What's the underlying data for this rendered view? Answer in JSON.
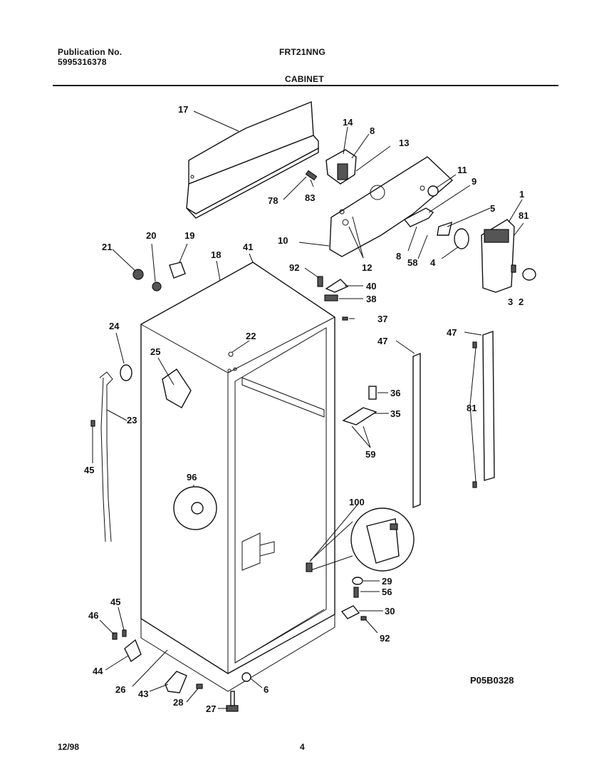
{
  "header": {
    "publication_label": "Publication No.",
    "publication_number": "5995316378",
    "model": "FRT21NNG",
    "section_title": "CABINET"
  },
  "footer": {
    "date": "12/98",
    "page": "4"
  },
  "diagram": {
    "code": "P05B0328",
    "callouts": [
      "17",
      "14",
      "8",
      "13",
      "11",
      "9",
      "1",
      "5",
      "81",
      "78",
      "83",
      "10",
      "12",
      "8",
      "58",
      "4",
      "3",
      "2",
      "21",
      "20",
      "19",
      "18",
      "41",
      "92",
      "40",
      "38",
      "37",
      "24",
      "22",
      "25",
      "23",
      "45",
      "96",
      "47",
      "36",
      "35",
      "59",
      "47",
      "81",
      "100",
      "29",
      "56",
      "30",
      "92",
      "45",
      "46",
      "44",
      "26",
      "43",
      "28",
      "27",
      "6"
    ]
  }
}
